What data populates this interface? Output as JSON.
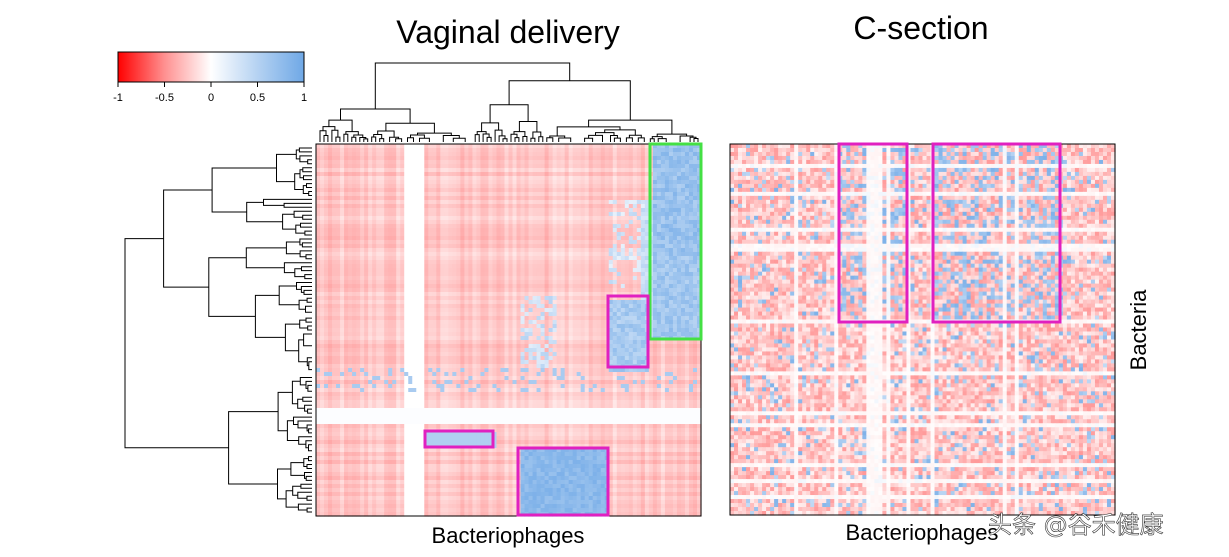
{
  "chart_data": [
    {
      "type": "heatmap",
      "title": "Vaginal delivery",
      "xlabel": "Bacteriophages",
      "ylabel": "",
      "color_scale": {
        "min": -1,
        "max": 1,
        "low_color": "#ff0000",
        "mid_color": "#ffffff",
        "high_color": "#6fa8e6",
        "ticks": [
          "-1",
          "-0.5",
          "0",
          "0.5",
          "1"
        ]
      },
      "dendrograms": [
        "top",
        "left"
      ],
      "annotated_clusters": [
        {
          "color": "#44e044",
          "region": "top-right"
        },
        {
          "color": "#e020c0",
          "region": "right"
        },
        {
          "color": "#e020c0",
          "region": "lower-left"
        },
        {
          "color": "#e020c0",
          "region": "bottom-center"
        }
      ]
    },
    {
      "type": "heatmap",
      "title": "C-section",
      "xlabel": "Bacteriophages",
      "ylabel": "Bacteria",
      "annotated_clusters": [
        {
          "color": "#e020c0",
          "region": "upper-left"
        },
        {
          "color": "#e020c0",
          "region": "upper-center"
        }
      ]
    }
  ],
  "watermark": "头条 @谷禾健康"
}
